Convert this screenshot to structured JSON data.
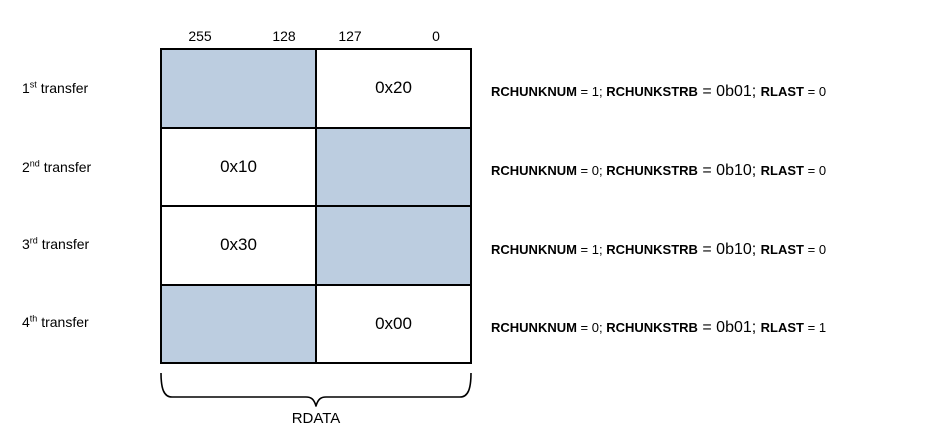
{
  "bit_labels": [
    "255",
    "128",
    "127",
    "0"
  ],
  "transfer_word": "transfer",
  "rows": [
    {
      "ord_num": "1",
      "ord_suf": "st",
      "cells": {
        "left": {
          "shaded": true,
          "value": ""
        },
        "right": {
          "shaded": false,
          "value": "0x20"
        }
      },
      "annotation": {
        "f1": "RCHUNKNUM",
        "v1": " = 1; ",
        "f2": "RCHUNKSTRB",
        "v2": " = 0b01; ",
        "f3": "RLAST",
        "v3": " = 0"
      }
    },
    {
      "ord_num": "2",
      "ord_suf": "nd",
      "cells": {
        "left": {
          "shaded": false,
          "value": "0x10"
        },
        "right": {
          "shaded": true,
          "value": ""
        }
      },
      "annotation": {
        "f1": "RCHUNKNUM",
        "v1": " = 0; ",
        "f2": "RCHUNKSTRB",
        "v2": " = 0b10; ",
        "f3": "RLAST",
        "v3": " = 0"
      }
    },
    {
      "ord_num": "3",
      "ord_suf": "rd",
      "cells": {
        "left": {
          "shaded": false,
          "value": "0x30"
        },
        "right": {
          "shaded": true,
          "value": ""
        }
      },
      "annotation": {
        "f1": "RCHUNKNUM",
        "v1": " = 1; ",
        "f2": "RCHUNKSTRB",
        "v2": " = 0b10; ",
        "f3": "RLAST",
        "v3": " = 0"
      }
    },
    {
      "ord_num": "4",
      "ord_suf": "th",
      "cells": {
        "left": {
          "shaded": true,
          "value": ""
        },
        "right": {
          "shaded": false,
          "value": "0x00"
        }
      },
      "annotation": {
        "f1": "RCHUNKNUM",
        "v1": " = 0; ",
        "f2": "RCHUNKSTRB",
        "v2": " = 0b01; ",
        "f3": "RLAST",
        "v3": " = 1"
      }
    }
  ],
  "brace_label": "RDATA",
  "colors": {
    "shaded_fill": "#bccde0",
    "border": "#000000"
  }
}
